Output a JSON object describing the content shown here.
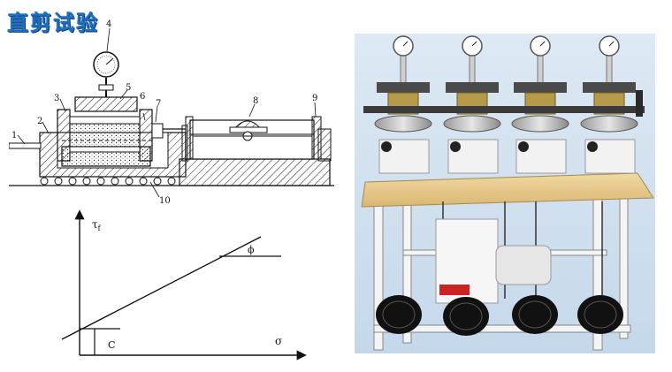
{
  "title": "直剪试验",
  "apparatus": {
    "part_labels": [
      "1",
      "2",
      "3",
      "4",
      "5",
      "6",
      "7",
      "8",
      "9",
      "10"
    ]
  },
  "envelope": {
    "y_axis_label": "τ",
    "y_axis_subscript": "f",
    "x_axis_label": "σ",
    "angle_label": "ϕ",
    "intercept_label": "C"
  },
  "photo": {
    "description_colors": {
      "background": "#cfe0ef",
      "table": "#e9cf8f",
      "weights": "#111111"
    }
  }
}
